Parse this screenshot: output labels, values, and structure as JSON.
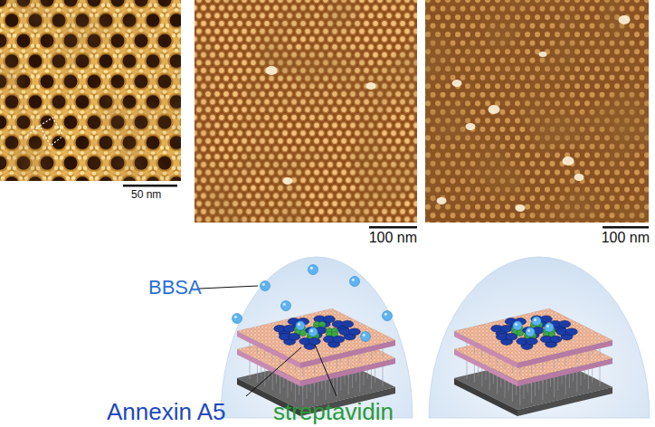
{
  "diagram": {
    "labels": [
      "50 nm",
      "100 nm",
      "100 nm",
      "BBSA",
      "Annexin A5",
      "streptavidin"
    ]
  }
}
